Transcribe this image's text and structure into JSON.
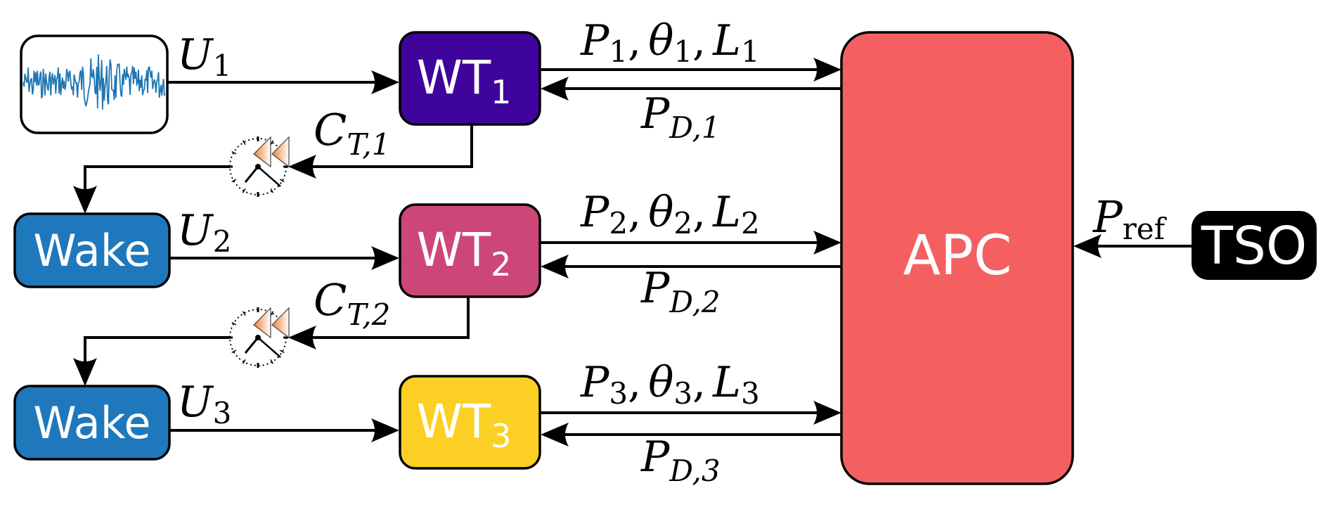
{
  "diagram": {
    "signal_source": {
      "label": "",
      "icon": "wind-signal-waveform",
      "line_color": "#1f77b4"
    },
    "turbines": [
      {
        "label": "WT",
        "sub": "1",
        "color": "#3f049c",
        "input": {
          "main": "U",
          "sub": "1"
        },
        "outputs": {
          "p": "P",
          "p_sub": "1",
          "theta": "θ",
          "theta_sub": "1",
          "l": "L",
          "l_sub": "1"
        },
        "setpoint": {
          "main": "P",
          "sub": "D,1"
        },
        "thrust": {
          "main": "C",
          "sub": "T,1"
        }
      },
      {
        "label": "WT",
        "sub": "2",
        "color": "#cc4778",
        "input": {
          "main": "U",
          "sub": "2"
        },
        "outputs": {
          "p": "P",
          "p_sub": "2",
          "theta": "θ",
          "theta_sub": "2",
          "l": "L",
          "l_sub": "2"
        },
        "setpoint": {
          "main": "P",
          "sub": "D,2"
        },
        "thrust": {
          "main": "C",
          "sub": "T,2"
        }
      },
      {
        "label": "WT",
        "sub": "3",
        "color": "#fccf25",
        "input": {
          "main": "U",
          "sub": "3"
        },
        "outputs": {
          "p": "P",
          "p_sub": "3",
          "theta": "θ",
          "theta_sub": "3",
          "l": "L",
          "l_sub": "3"
        },
        "setpoint": {
          "main": "P",
          "sub": "D,3"
        }
      }
    ],
    "wakes": [
      {
        "label": "Wake",
        "color": "#1f78bc"
      },
      {
        "label": "Wake",
        "color": "#1f78bc"
      }
    ],
    "controller": {
      "label": "APC",
      "color": "#f46062"
    },
    "operator": {
      "label": "TSO",
      "color": "#000000"
    },
    "reference": {
      "main": "P",
      "sub": "ref"
    },
    "delay_icon": "clock-delay-icon",
    "separator": ","
  }
}
